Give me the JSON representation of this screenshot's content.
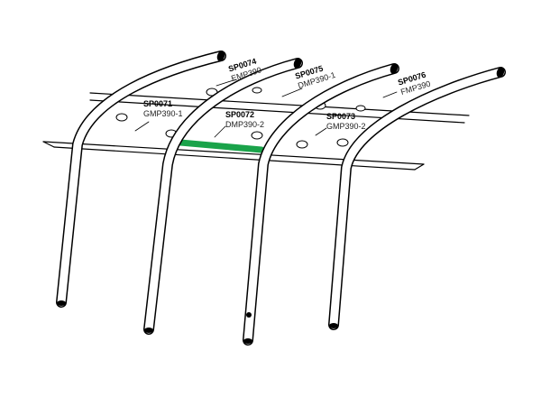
{
  "parts": [
    {
      "code": "SP0071",
      "name": "GMP390-1"
    },
    {
      "code": "SP0072",
      "name": "DMP390-2"
    },
    {
      "code": "SP0073",
      "name": "GMP390-2"
    },
    {
      "code": "SP0074",
      "name": "EMP390"
    },
    {
      "code": "SP0075",
      "name": "DMP390-1"
    },
    {
      "code": "SP0076",
      "name": "FMP390"
    }
  ],
  "colors": {
    "highlight": "#1aa34a",
    "line": "#000000"
  }
}
